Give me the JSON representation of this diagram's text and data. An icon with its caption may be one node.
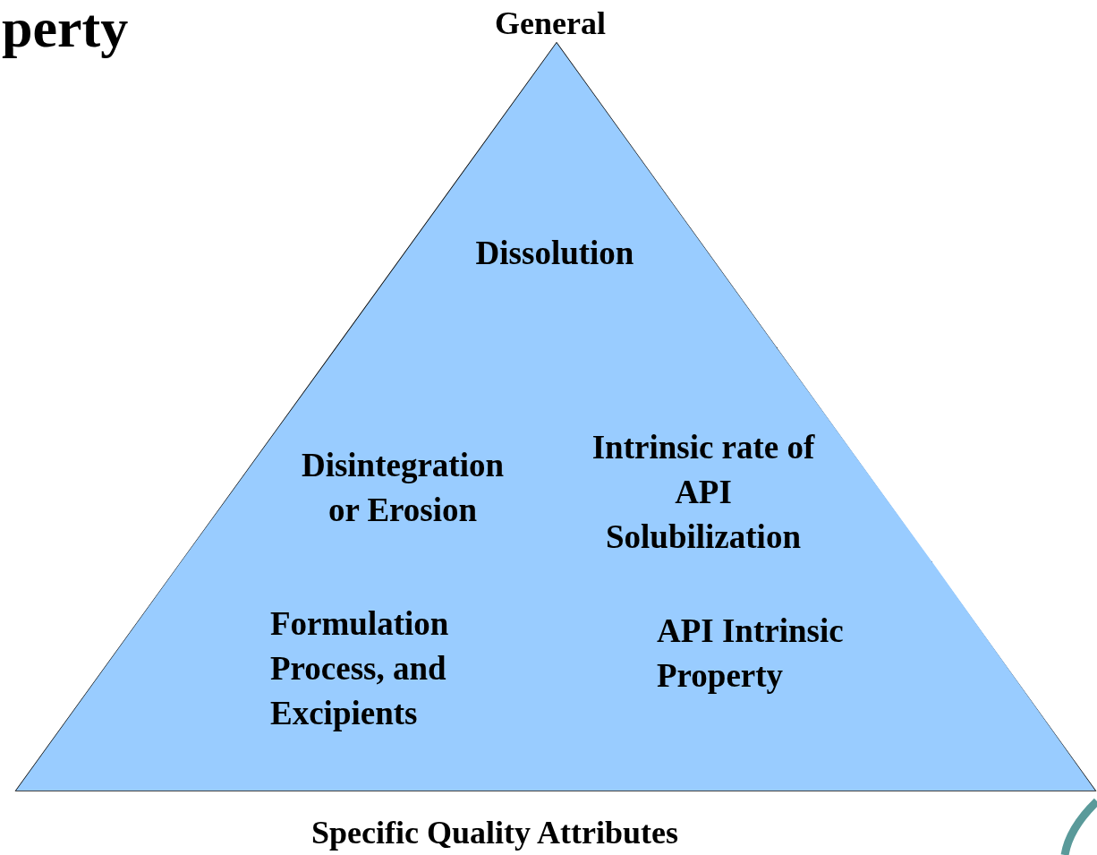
{
  "diagram": {
    "nodes": [
      {
        "text": [
          "Dissolution"
        ]
      },
      {
        "text": [
          "Disintegration or Erosion"
        ]
      },
      {
        "text": [
          "Intrinsic rate of API Solubilization"
        ]
      },
      {
        "text": [
          "Formulation Process, and Excipients"
        ]
      },
      {
        "text": [
          "API Intrinsic Property"
        ]
      }
    ],
    "edges": [],
    "labels": [
      "perty",
      "General",
      "Specific Quality Attributes"
    ]
  }
}
